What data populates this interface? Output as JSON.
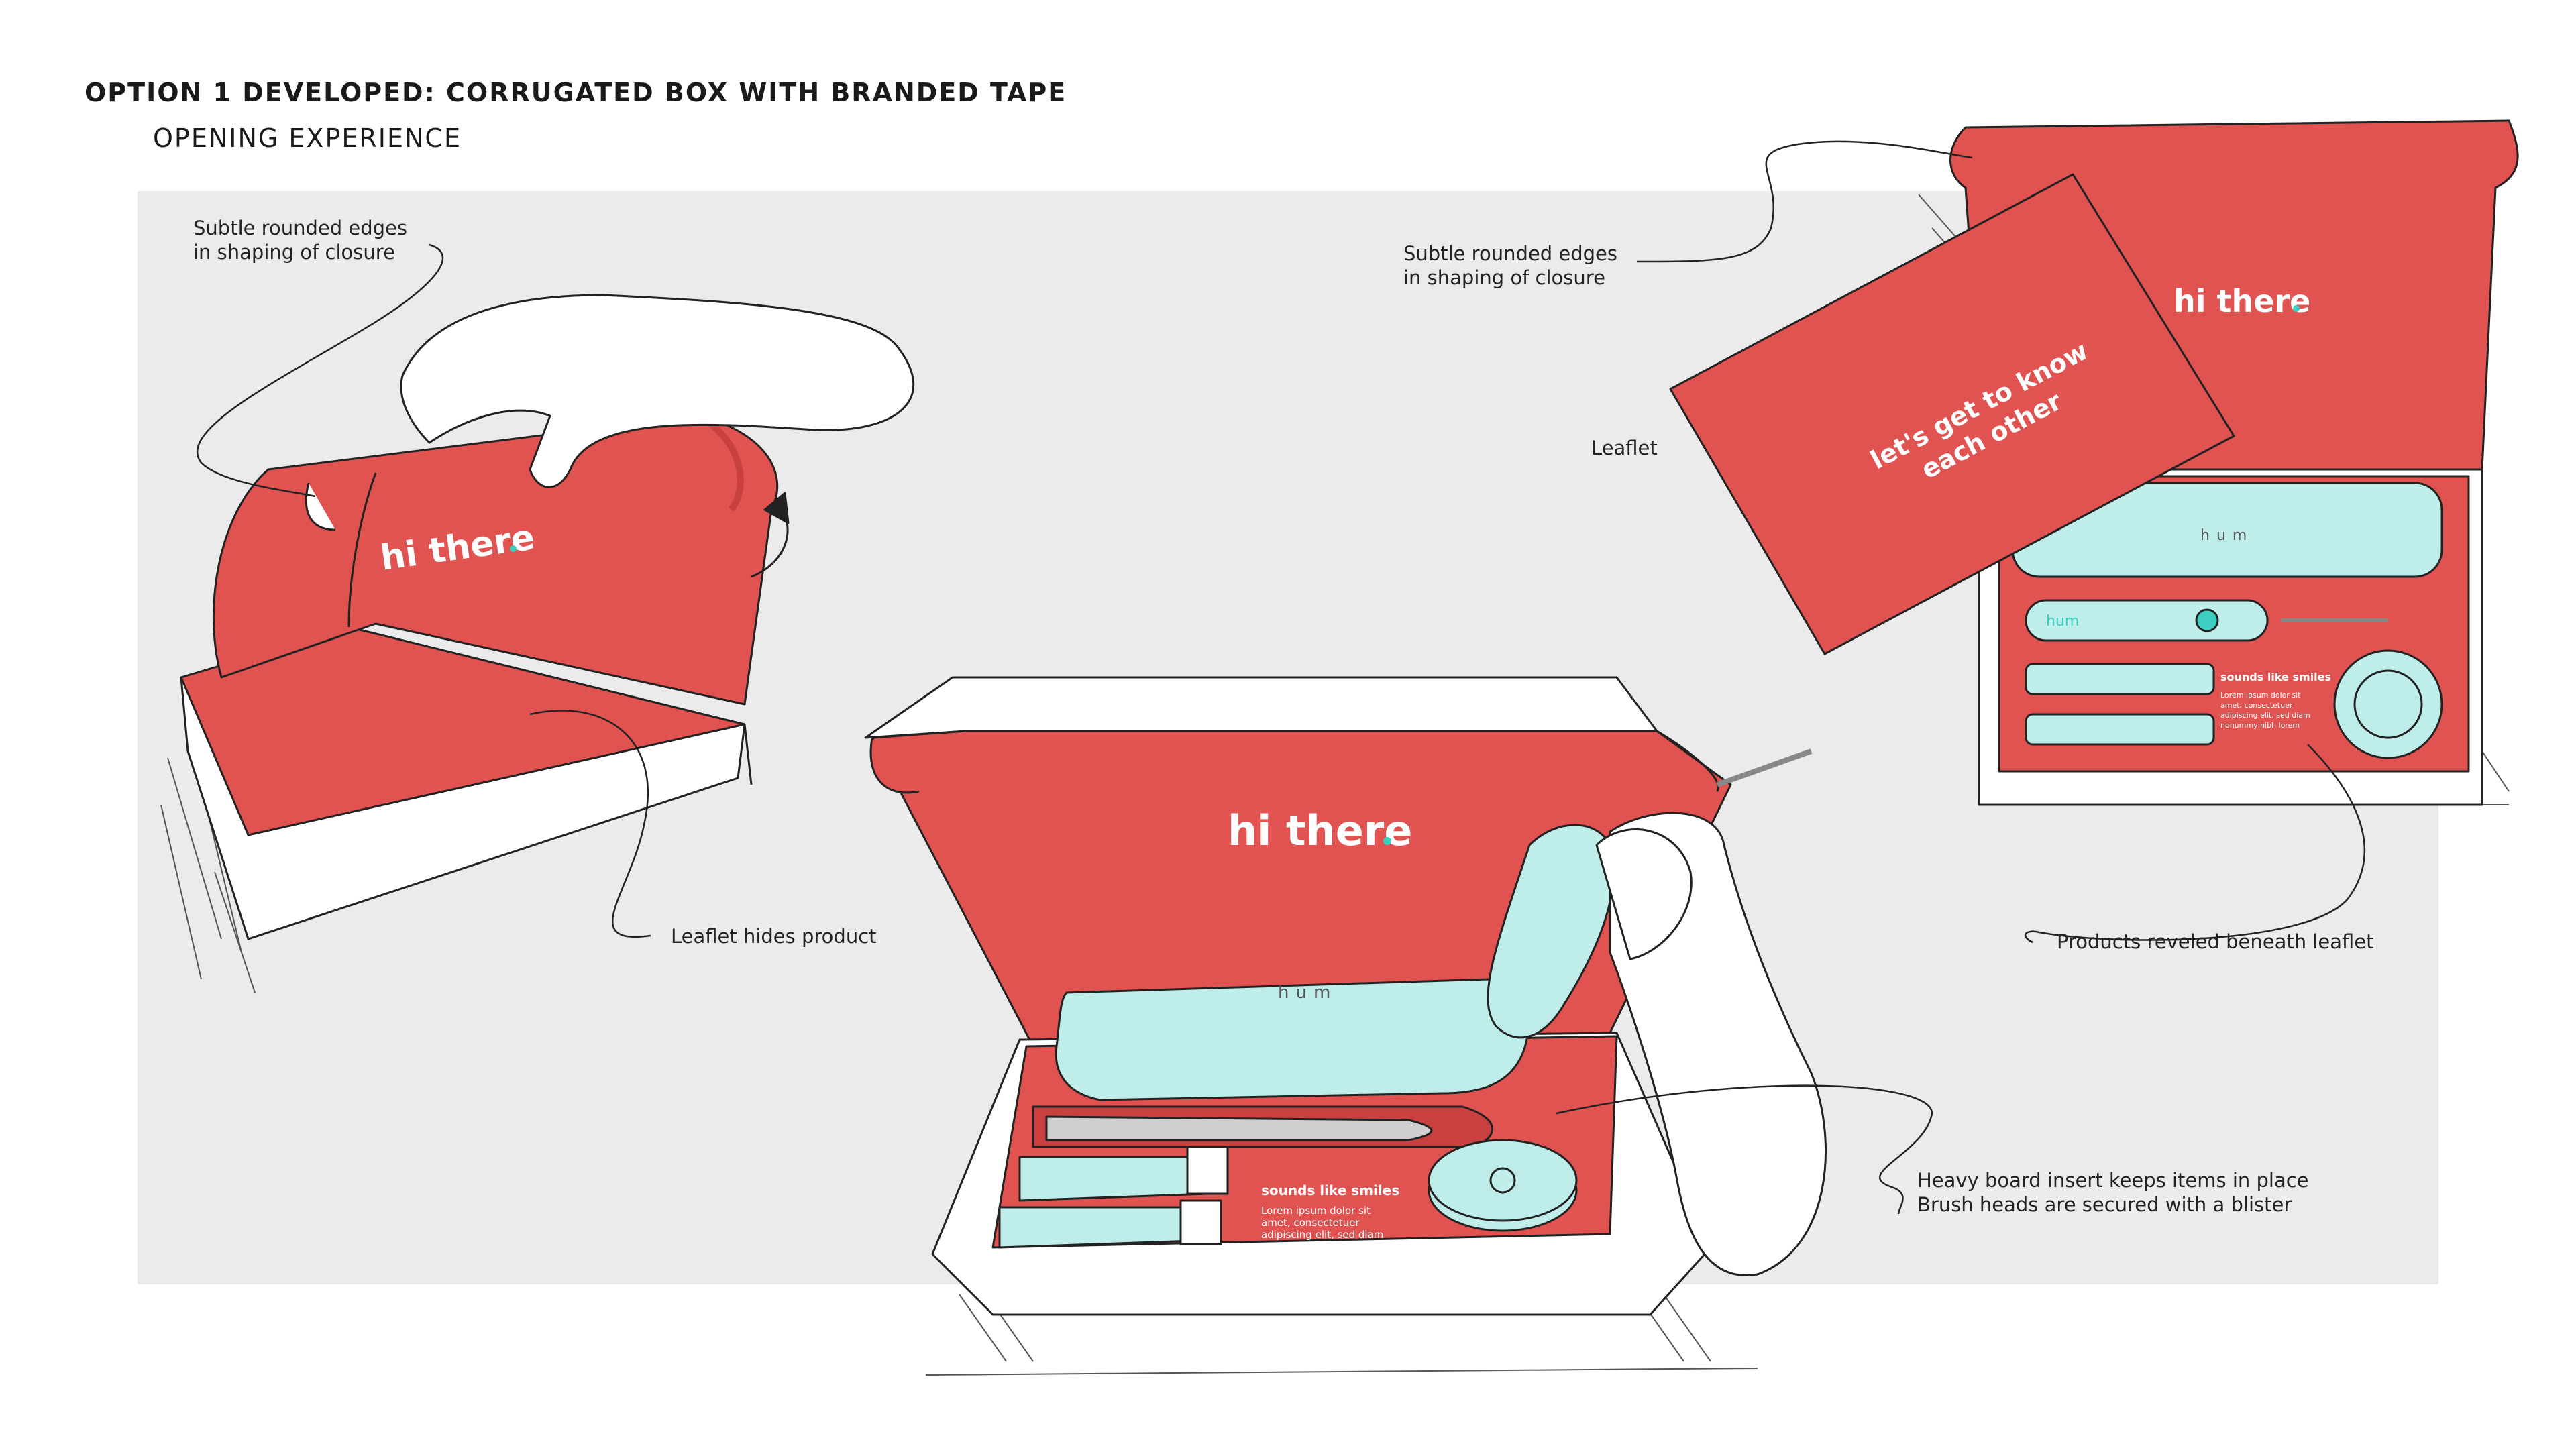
{
  "header": {
    "title": "OPTION 1 DEVELOPED: CORRUGATED BOX WITH BRANDED TAPE",
    "subtitle": "OPENING EXPERIENCE"
  },
  "annotations": {
    "closure_left": [
      "Subtle rounded edges",
      "in shaping of closure"
    ],
    "closure_right": [
      "Subtle rounded edges",
      "in shaping of closure"
    ],
    "leaflet": "Leaflet",
    "leaflet_hides": "Leaflet hides product",
    "products_revealed": "Products reveled beneath leaflet",
    "insert": [
      "Heavy board insert keeps items in place",
      "Brush heads are secured with a blister"
    ]
  },
  "branding": {
    "greeting": "hi there",
    "leaflet_line1": "let's get to know",
    "leaflet_line2": "each other",
    "case_logo": "hum",
    "handle_logo": "hum",
    "tagline": "sounds like smiles",
    "body_copy": [
      "Lorem ipsum dolor sit",
      "amet, consectetuer",
      "adipiscing elit, sed diam",
      "nonummy nibh lorem"
    ]
  },
  "colors": {
    "box_red": "#e05350",
    "box_red_dark": "#c9413f",
    "product_mint": "#bfeeea",
    "accent_teal": "#3ccfc1",
    "panel_gray": "#ebebeb"
  }
}
